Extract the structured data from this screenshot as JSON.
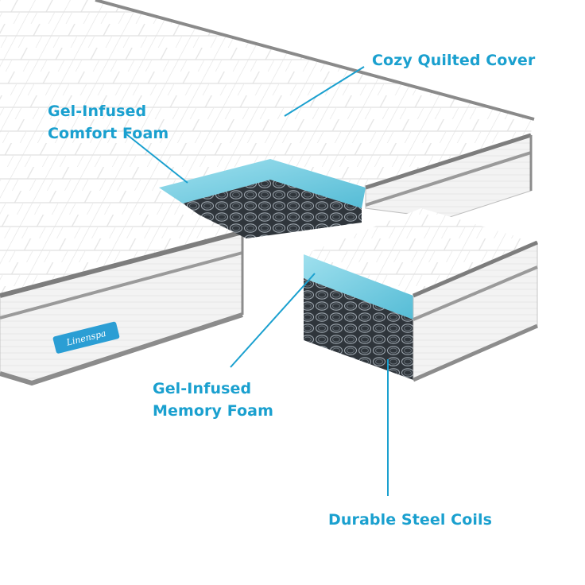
{
  "brand": {
    "logo_text": "Linenspa"
  },
  "callouts": {
    "cover": {
      "line1": "Cozy Quilted Cover"
    },
    "comfort": {
      "line1": "Gel-Infused",
      "line2": "Comfort Foam"
    },
    "memory": {
      "line1": "Gel-Infused",
      "line2": "Memory Foam"
    },
    "coils": {
      "line1": "Durable Steel Coils"
    }
  },
  "colors": {
    "accent": "#1aa0cf",
    "gel_foam": "#7fd3e6",
    "mattress_white": "#ffffff",
    "edge_gray": "#8a8a8a",
    "coil_dark": "#3a4148"
  }
}
